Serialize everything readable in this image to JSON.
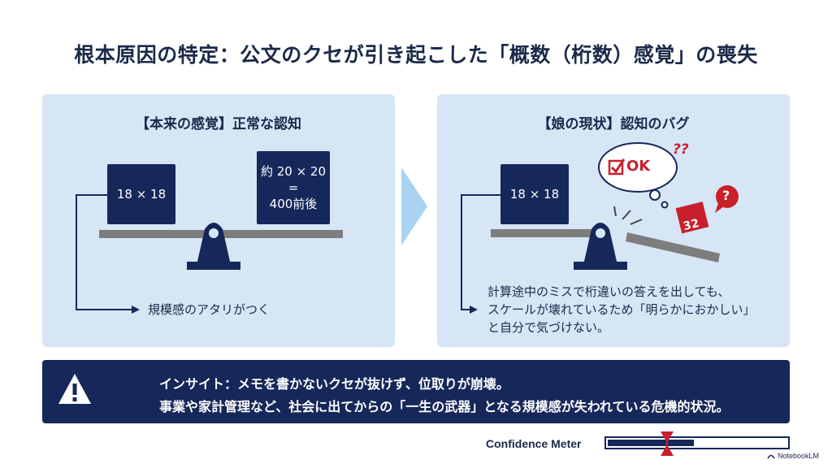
{
  "title": "根本原因の特定：公文のクセが引き起こした「概数（桁数）感覚」の喪失",
  "left_panel": {
    "title": "【本来の感覚】正常な認知",
    "box_left": "18 × 18",
    "box_right_line1": "約 20 × 20",
    "box_right_line2": "=",
    "box_right_line3": "400前後",
    "note": "規模感のアタリがつく"
  },
  "right_panel": {
    "title": "【娘の現状】認知のバグ",
    "box_left": "18 × 18",
    "bubble_text": "OK",
    "question_marks": "??",
    "badge_question": "?",
    "red_box": "32",
    "note_line1": "計算途中のミスで桁違いの答えを出しても、",
    "note_line2": "スケールが壊れているため「明らかにおかしい」",
    "note_line3": "と自分で気づけない。"
  },
  "banner": {
    "line1": "インサイト：メモを書かないクセが抜けず、位取りが崩壊。",
    "line2": "事業や家計管理など、社会に出てからの「一生の武器」となる規模感が失われている危機的状況。"
  },
  "meter": {
    "label": "Confidence Meter",
    "level": 0.48
  },
  "brand": "NotebookLM",
  "colors": {
    "navy": "#16275a",
    "panel": "#d6e6f5",
    "red": "#c8202c",
    "beam": "#7d7d7d",
    "chevron": "#a9d3f0"
  }
}
